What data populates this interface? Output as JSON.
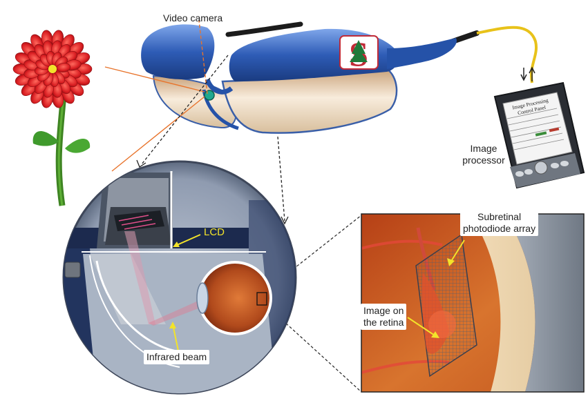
{
  "labels": {
    "video_camera": "Video camera",
    "image_processor_line1": "Image",
    "image_processor_line2": "processor",
    "lcd": "LCD",
    "subretinal_line1": "Subretinal",
    "subretinal_line2": "photodiode array",
    "image_retina_line1": "Image on",
    "image_retina_line2": "the retina",
    "infrared_beam": "Infrared beam"
  },
  "processor_screen": {
    "title_line1": "Image Processing",
    "title_line2": "Control Panel"
  },
  "logo": {
    "letter": "S"
  },
  "colors": {
    "glasses_blue": "#2f5fb8",
    "lens_gold": "#e8d2b4",
    "flower_red": "#e3262a",
    "stem_green": "#4e9a2a",
    "orange_line": "#e8742c",
    "lcd_yellow": "#f3e32a",
    "retina_orange": "#d0652a",
    "cable_yellow": "#e8c21a"
  }
}
